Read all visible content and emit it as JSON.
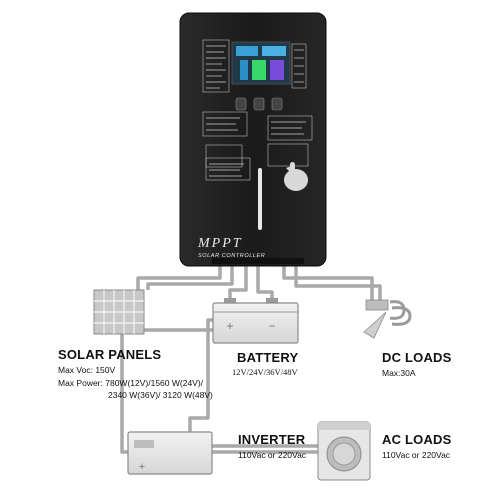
{
  "controller": {
    "brand": "MPPT",
    "subtitle": "SOLAR CONTROLLER"
  },
  "solar_panels": {
    "title": "SOLAR PANELS",
    "max_voc": "Max Voc: 150V",
    "max_power_line1": "Max Power: 780W(12V)/1560 W(24V)/",
    "max_power_line2": "2340 W(36V)/ 3120 W(48V)"
  },
  "battery": {
    "title": "BATTERY",
    "spec": "12V/24V/36V/48V"
  },
  "dc_loads": {
    "title": "DC LOADS",
    "spec": "Max:30A"
  },
  "inverter": {
    "title": "INVERTER",
    "spec": "110Vac or 220Vac"
  },
  "ac_loads": {
    "title": "AC LOADS",
    "spec": "110Vac or 220Vac"
  },
  "colors": {
    "controller_body": "#1c1c1c",
    "wire": "#a8a8a8",
    "lcd": "#3aa0d8"
  }
}
